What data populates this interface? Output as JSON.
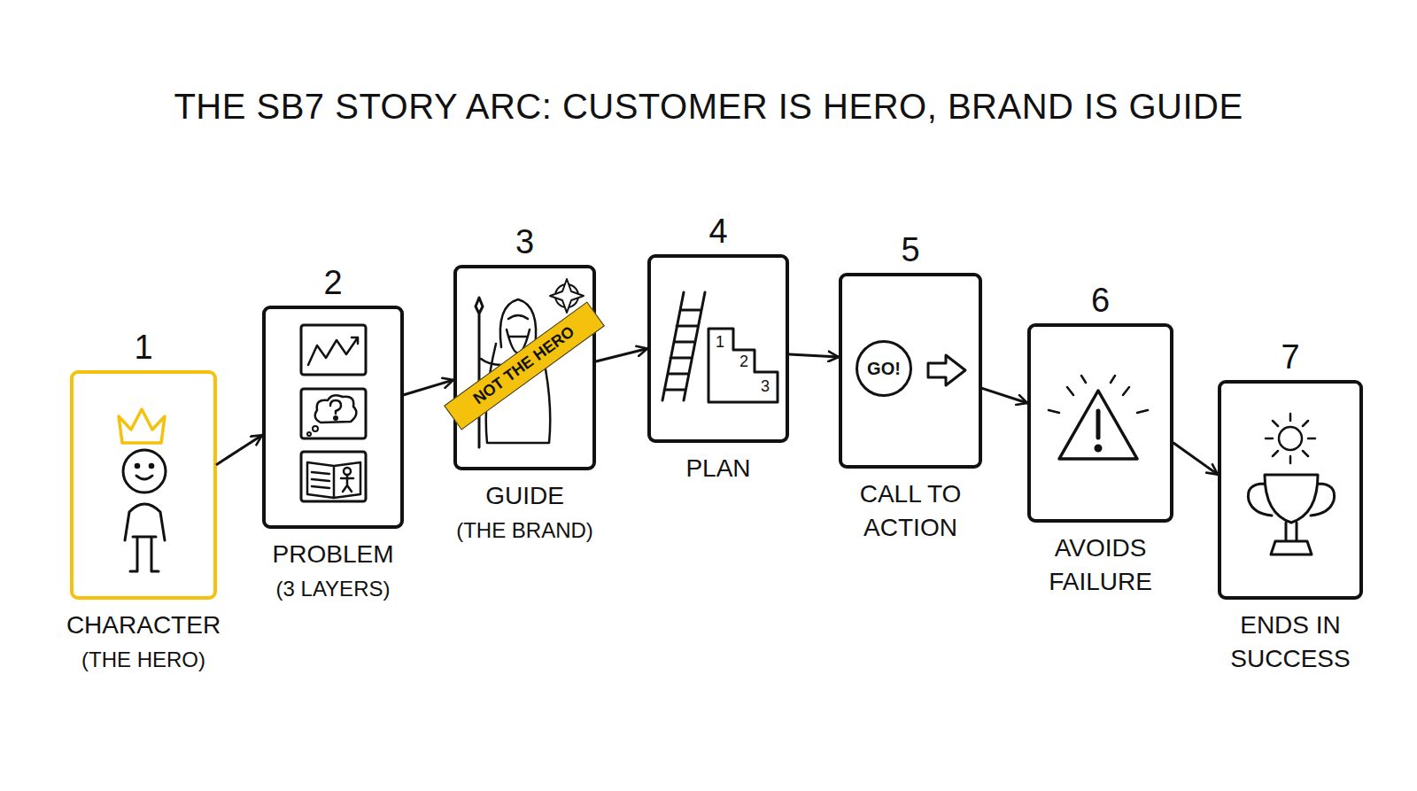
{
  "diagram": {
    "title": "THE SB7 STORY ARC: CUSTOMER IS HERO, BRAND IS GUIDE",
    "nodes": [
      {
        "text": [
          "1",
          "CHARACTER (THE HERO)"
        ]
      },
      {
        "text": [
          "2",
          "PROBLEM (3 LAYERS)"
        ]
      },
      {
        "text": [
          "3",
          "GUIDE (THE BRAND)"
        ]
      },
      {
        "text": [
          "NOT THE HERO"
        ],
        "in": 2
      },
      {
        "text": [
          "4",
          "PLAN"
        ]
      },
      {
        "text": [
          "5",
          "CALL TO ACTION"
        ]
      },
      {
        "text": [
          "GO!"
        ],
        "in": 5
      },
      {
        "text": [
          "6",
          "AVOIDS FAILURE"
        ]
      },
      {
        "text": [
          "7",
          "ENDS IN SUCCESS"
        ]
      }
    ],
    "edges": [
      {
        "from": 0,
        "to": 1,
        "arrow": "to"
      },
      {
        "from": 1,
        "to": 2,
        "arrow": "to"
      },
      {
        "from": 2,
        "to": 4,
        "arrow": "to"
      },
      {
        "from": 4,
        "to": 5,
        "arrow": "to"
      },
      {
        "from": 5,
        "to": 7,
        "arrow": "to"
      },
      {
        "from": 7,
        "to": 8,
        "arrow": "to"
      }
    ],
    "labels": [
      "1",
      "2",
      "3"
    ]
  }
}
